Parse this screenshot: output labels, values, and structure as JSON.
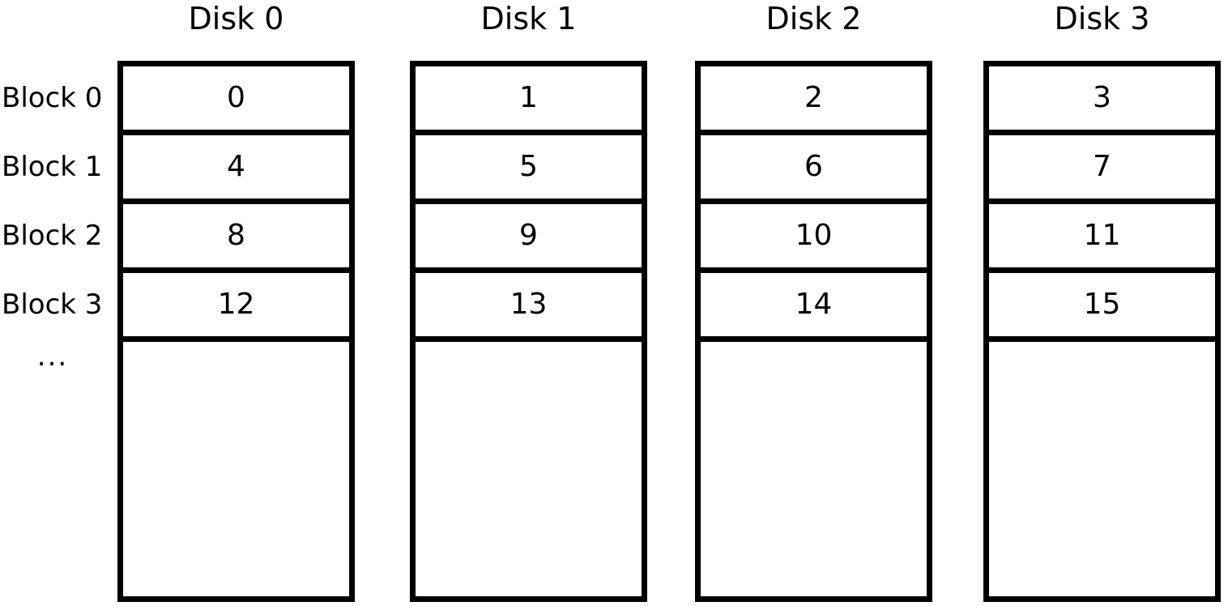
{
  "figure": {
    "row_labels": [
      "Block 0",
      "Block 1",
      "Block 2",
      "Block 3"
    ],
    "ellipsis": "...",
    "disks": [
      {
        "title": "Disk 0",
        "blocks": [
          "0",
          "4",
          "8",
          "12"
        ]
      },
      {
        "title": "Disk 1",
        "blocks": [
          "1",
          "5",
          "9",
          "13"
        ]
      },
      {
        "title": "Disk 2",
        "blocks": [
          "2",
          "6",
          "10",
          "14"
        ]
      },
      {
        "title": "Disk 3",
        "blocks": [
          "3",
          "7",
          "11",
          "15"
        ]
      }
    ],
    "colors": {
      "line": "#000000",
      "text": "#000000",
      "background": "#ffffff"
    }
  }
}
